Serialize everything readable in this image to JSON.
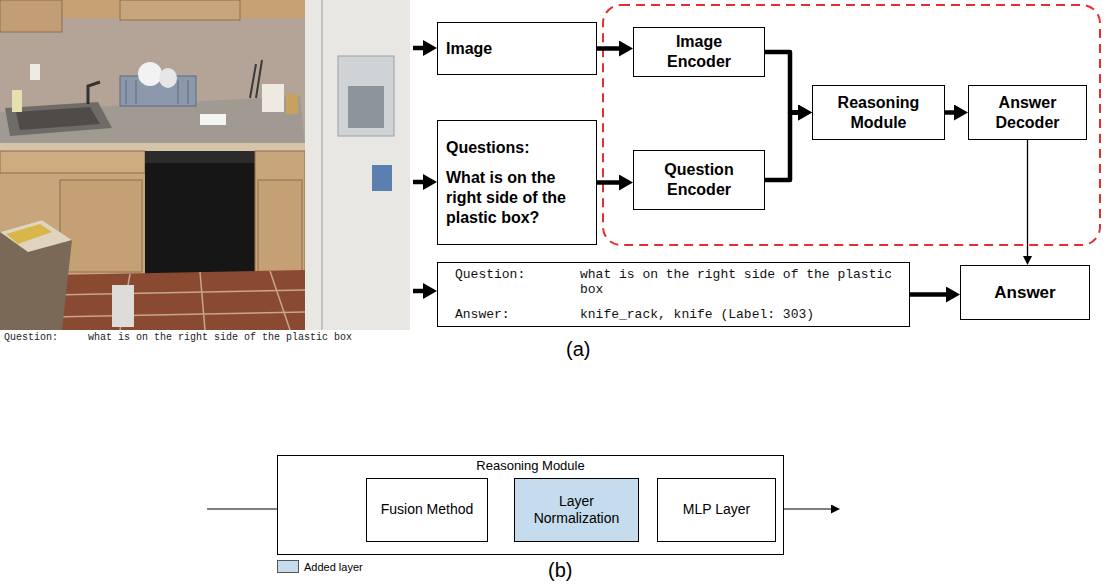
{
  "diagram": {
    "nodes": [
      {
        "text": [
          "Image"
        ]
      },
      {
        "text": [
          "Image Encoder"
        ]
      },
      {
        "text": [
          "Reasoning Module"
        ]
      },
      {
        "text": [
          "Answer Decoder"
        ]
      },
      {
        "text": [
          "Questions:",
          "What is on the right side of the plastic box?"
        ]
      },
      {
        "text": [
          "Question Encoder"
        ]
      },
      {
        "text": [
          "Question:",
          "what is on the right side of the plastic box",
          "Answer:",
          "knife_rack, knife (Label: 303)"
        ]
      },
      {
        "text": [
          "Answer"
        ]
      },
      {
        "text": [
          "Reasoning Module"
        ]
      },
      {
        "text": [
          "Fusion Method"
        ],
        "in": 8
      },
      {
        "text": [
          "Layer Normalization"
        ],
        "in": 8
      },
      {
        "text": [
          "MLP Layer"
        ],
        "in": 8
      }
    ],
    "edges": [
      {
        "from": 0,
        "to": 1,
        "arrow": "to"
      },
      {
        "from": 4,
        "to": 5,
        "arrow": "to"
      },
      {
        "from": 1,
        "to": 2,
        "arrow": "to"
      },
      {
        "from": 5,
        "to": 2,
        "arrow": "to"
      },
      {
        "from": 2,
        "to": 3,
        "arrow": "to"
      },
      {
        "from": 3,
        "to": 7,
        "arrow": "to"
      },
      {
        "from": 6,
        "to": 7,
        "arrow": "to"
      },
      {
        "from": 9,
        "to": 10,
        "arrow": "none"
      },
      {
        "from": 10,
        "to": 11,
        "arrow": "none"
      }
    ],
    "labels": [
      "Question:",
      "what is on the right side of the plastic box",
      "(a)",
      "(b)"
    ],
    "legend": [
      {
        "text": "Added layer",
        "color": "#c5dcef"
      }
    ]
  }
}
